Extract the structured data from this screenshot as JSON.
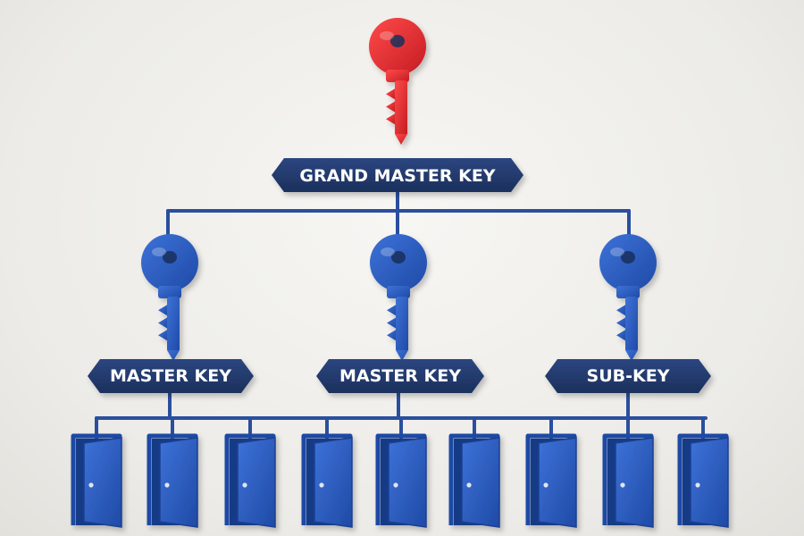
{
  "diagram": {
    "root": {
      "label": "GRAND MASTER KEY",
      "key_color": "#d9262b",
      "key_icon": "key-icon"
    },
    "level2": [
      {
        "label": "MASTER KEY",
        "key_color": "#2a5bbd",
        "key_icon": "key-icon"
      },
      {
        "label": "MASTER KEY",
        "key_color": "#2a5bbd",
        "key_icon": "key-icon"
      },
      {
        "label": "SUB-KEY",
        "key_color": "#2a5bbd",
        "key_icon": "key-icon"
      }
    ],
    "doors": {
      "count": 9,
      "icon": "door-icon",
      "color": "#2a5bbd"
    },
    "colors": {
      "label_bg": "#233a68",
      "connector": "#2a4f9e",
      "background": "#efeeea"
    }
  }
}
